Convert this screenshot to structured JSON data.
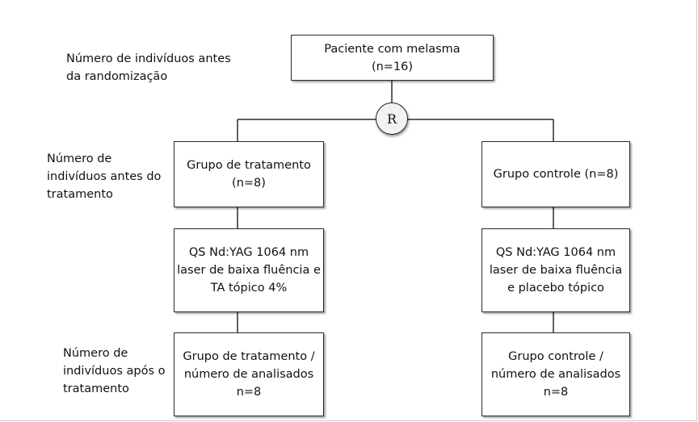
{
  "left_labels": {
    "before_randomization": [
      "Número de indivíduos antes",
      "da randomização"
    ],
    "before_treatment": [
      "Número de",
      "indivíduos antes do",
      "tratamento"
    ],
    "after_treatment": [
      "Número de",
      "indivíduos após o",
      "tratamento"
    ]
  },
  "top_box": [
    "Paciente com melasma",
    "(n=16)"
  ],
  "randomization_symbol": "R",
  "treatment_arm": {
    "group": [
      "Grupo de tratamento",
      "(n=8)"
    ],
    "intervention": [
      "QS Nd:YAG 1064 nm",
      "laser de baixa fluência e",
      "TA tópico 4%"
    ],
    "analysis": [
      "Grupo de tratamento /",
      "número de analisados",
      "n=8"
    ]
  },
  "control_arm": {
    "group": [
      "Grupo controle (n=8)"
    ],
    "intervention": [
      "QS Nd:YAG 1064 nm",
      "laser de baixa fluência",
      "e placebo tópico"
    ],
    "analysis": [
      "Grupo controle /",
      "número de analisados",
      "n=8"
    ]
  }
}
